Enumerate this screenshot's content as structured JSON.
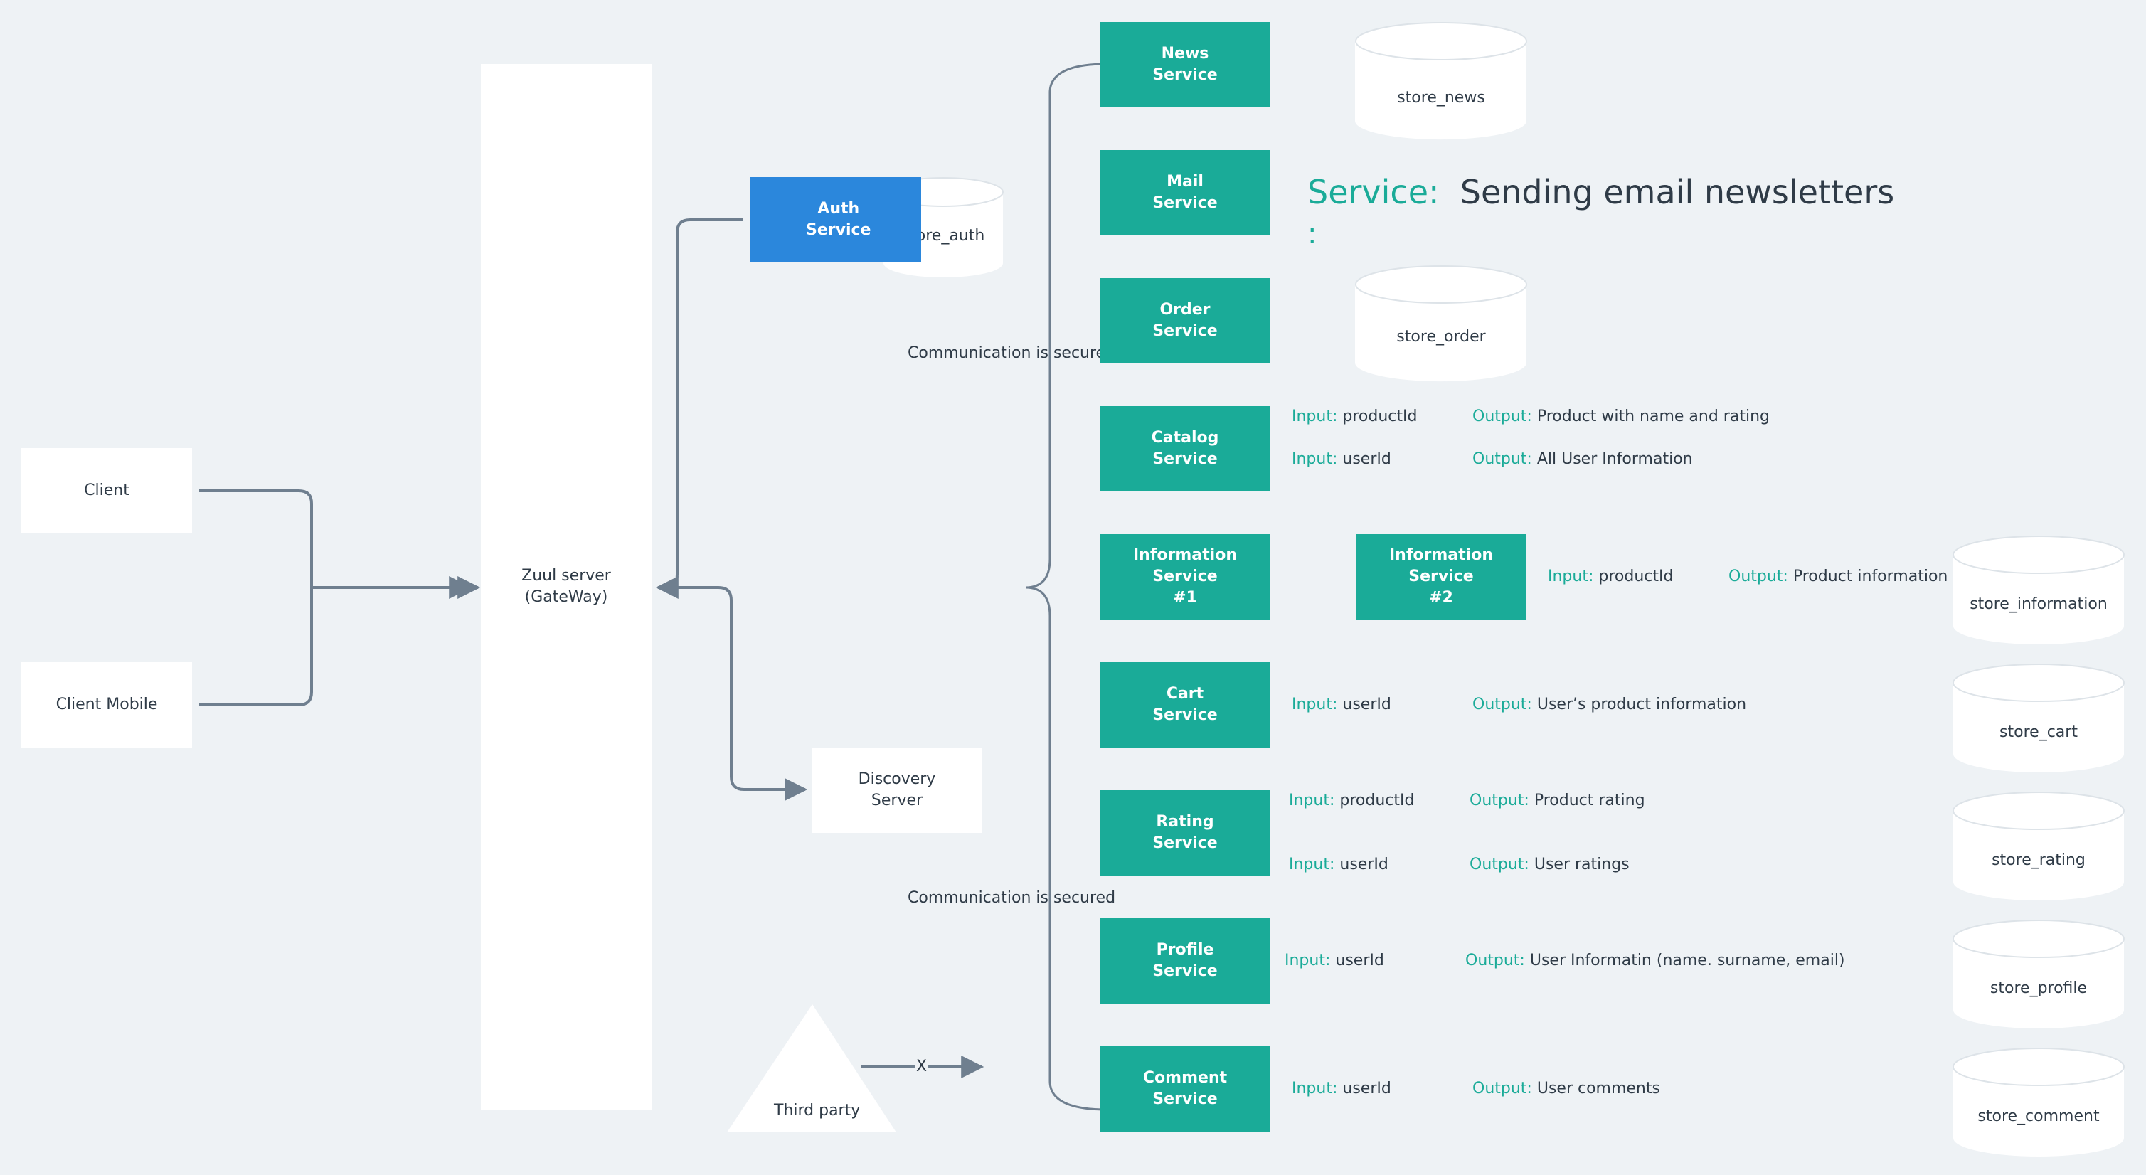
{
  "colors": {
    "background": "#eef2f5",
    "service": "#1aab98",
    "auth": "#2b87dc",
    "connector": "#6f7f8f",
    "text": "#2f3b47"
  },
  "clients": {
    "client": "Client",
    "client_mobile": "Client Mobile"
  },
  "gateway": {
    "label": "Zuul server\n(GateWay)"
  },
  "auth": {
    "label": "Auth\nService",
    "db": "store_auth"
  },
  "discovery": {
    "label": "Discovery\nServer"
  },
  "third_party": {
    "label": "Third party",
    "blocked_mark": "X"
  },
  "notes": {
    "secured_top": "Communication is secured",
    "secured_bottom": "Communication is secured"
  },
  "headline": {
    "key": "Service:",
    "value": "Sending email newsletters",
    "colon": ":"
  },
  "io_keys": {
    "input": "Input:",
    "output": "Output:"
  },
  "services": {
    "news": "News\nService",
    "mail": "Mail\nService",
    "order": "Order\nService",
    "catalog": "Catalog\nService",
    "information1": "Information\nService\n#1",
    "information2": "Information\nService\n#2",
    "cart": "Cart\nService",
    "rating": "Rating\nService",
    "profile": "Profile\nService",
    "comment": "Comment\nService"
  },
  "databases": {
    "news": "store_news",
    "order": "store_order",
    "information": "store_information",
    "cart": "store_cart",
    "rating": "store_rating",
    "profile": "store_profile",
    "comment": "store_comment"
  },
  "io": {
    "catalog_in1": "productId",
    "catalog_out1": "Product with name and rating",
    "catalog_in2": "userId",
    "catalog_out2": "All User Information",
    "info_in": "productId",
    "info_out": "Product information",
    "cart_in": "userId",
    "cart_out": "User’s product information",
    "rating_in1": "productId",
    "rating_out1": "Product rating",
    "rating_in2": "userId",
    "rating_out2": "User ratings",
    "profile_in": "userId",
    "profile_out": "User Informatin (name. surname, email)",
    "comment_in": "userId",
    "comment_out": "User comments"
  }
}
